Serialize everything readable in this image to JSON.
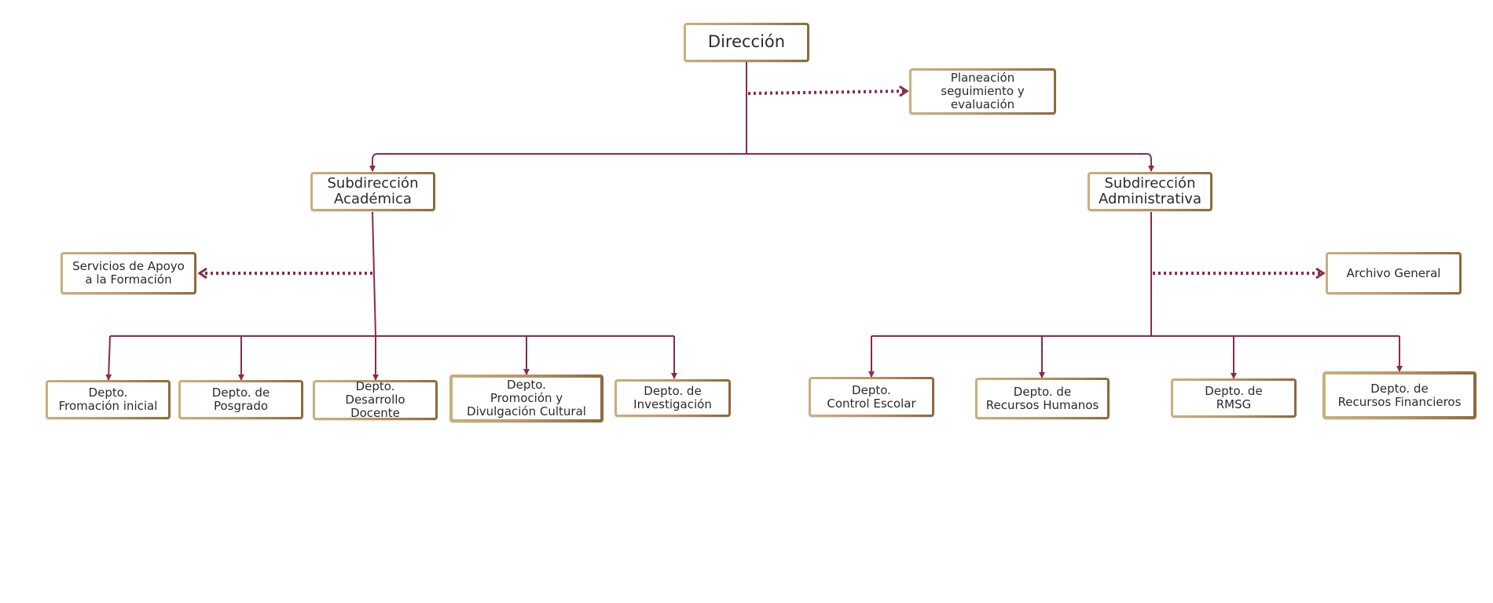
{
  "colors": {
    "line": "#8b2a4b",
    "border_light": "#c9b07e",
    "border_dark": "#8b6a3c"
  },
  "nodes": {
    "direccion": "Dirección",
    "planeacion": "Planeación\nseguimiento y\nevaluación",
    "sub_academica": "Subdirección\nAcadémica",
    "sub_administrativa": "Subdirección\nAdministrativa",
    "servicios_apoyo": "Servicios de Apoyo\na la Formación",
    "archivo_general": "Archivo General",
    "formacion_inicial": "Depto.\nFromación inicial",
    "posgrado": "Depto. de\nPosgrado",
    "desarrollo_docente": "Depto.\nDesarrollo\nDocente",
    "promocion_cultural": "Depto.\nPromoción y\nDivulgación Cultural",
    "investigacion": "Depto.  de\nInvestigación",
    "control_escolar": "Depto.\nControl Escolar",
    "recursos_humanos": "Depto.  de\nRecursos Humanos",
    "rmsg": "Depto. de\nRMSG",
    "recursos_financieros": "Depto. de\nRecursos Financieros"
  }
}
